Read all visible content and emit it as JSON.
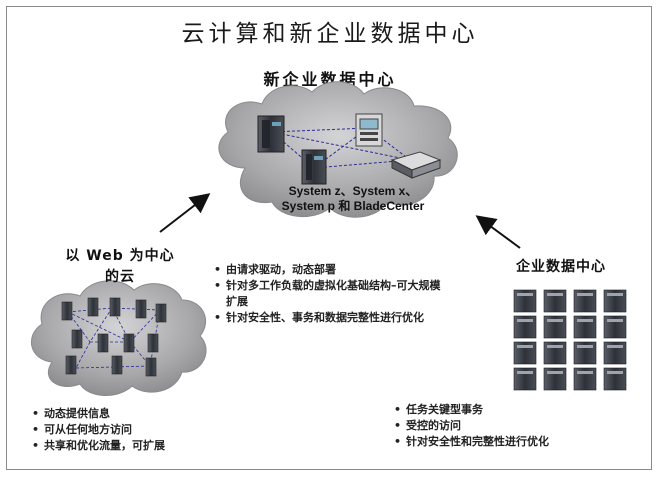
{
  "title": "云计算和新企业数据中心",
  "center": {
    "heading": "新企业数据中心",
    "systems_line1": "System z、System x、",
    "systems_line2": "System p 和 BladeCenter",
    "bullets": [
      "由请求驱动，动态部署",
      "针对多工作负载的虚拟化基础结构–可大规模扩展",
      "针对安全性、事务和数据完整性进行优化"
    ]
  },
  "web": {
    "heading_line1": "以 Web 为中心",
    "heading_line2": "的云",
    "bullets": [
      "动态提供信息",
      "可从任何地方访问",
      "共享和优化流量，可扩展"
    ]
  },
  "enterprise": {
    "heading": "企业数据中心",
    "bullets": [
      "任务关键型事务",
      "受控的访问",
      "针对安全性和完整性进行优化"
    ]
  },
  "colors": {
    "cloud_center": "#a9a9ab",
    "cloud_web": "#b1b1b3",
    "server_dark": "#3a3d44",
    "server_screen": "#6fa0b8",
    "arrow": "#111111",
    "dashed_line": "#2a2a9a"
  },
  "icons": [
    "mainframe-server-icon",
    "rack-server-icon",
    "blade-server-icon",
    "tower-server-icon"
  ]
}
